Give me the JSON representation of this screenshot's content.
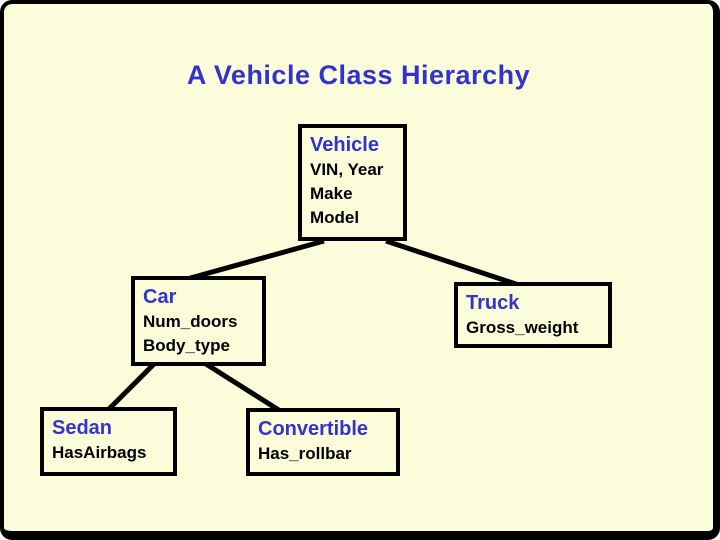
{
  "slide": {
    "title": "A Vehicle Class Hierarchy",
    "colors": {
      "background": "#fafcda",
      "frame": "#000000",
      "accent_blue": "#3333cc",
      "attribute_text": "#000000",
      "connector": "#000000"
    }
  },
  "diagram": {
    "type": "class-hierarchy-tree",
    "nodes": [
      {
        "id": "vehicle",
        "name": "Vehicle",
        "attributes": [
          "VIN, Year",
          "Make",
          "Model"
        ]
      },
      {
        "id": "car",
        "name": "Car",
        "attributes": [
          "Num_doors",
          "Body_type"
        ]
      },
      {
        "id": "truck",
        "name": "Truck",
        "attributes": [
          "Gross_weight"
        ]
      },
      {
        "id": "sedan",
        "name": "Sedan",
        "attributes": [
          "HasAirbags"
        ]
      },
      {
        "id": "convertible",
        "name": "Convertible",
        "attributes": [
          "Has_rollbar"
        ]
      }
    ],
    "edges": [
      {
        "from": "vehicle",
        "to": "car"
      },
      {
        "from": "vehicle",
        "to": "truck"
      },
      {
        "from": "car",
        "to": "sedan"
      },
      {
        "from": "car",
        "to": "convertible"
      }
    ]
  }
}
